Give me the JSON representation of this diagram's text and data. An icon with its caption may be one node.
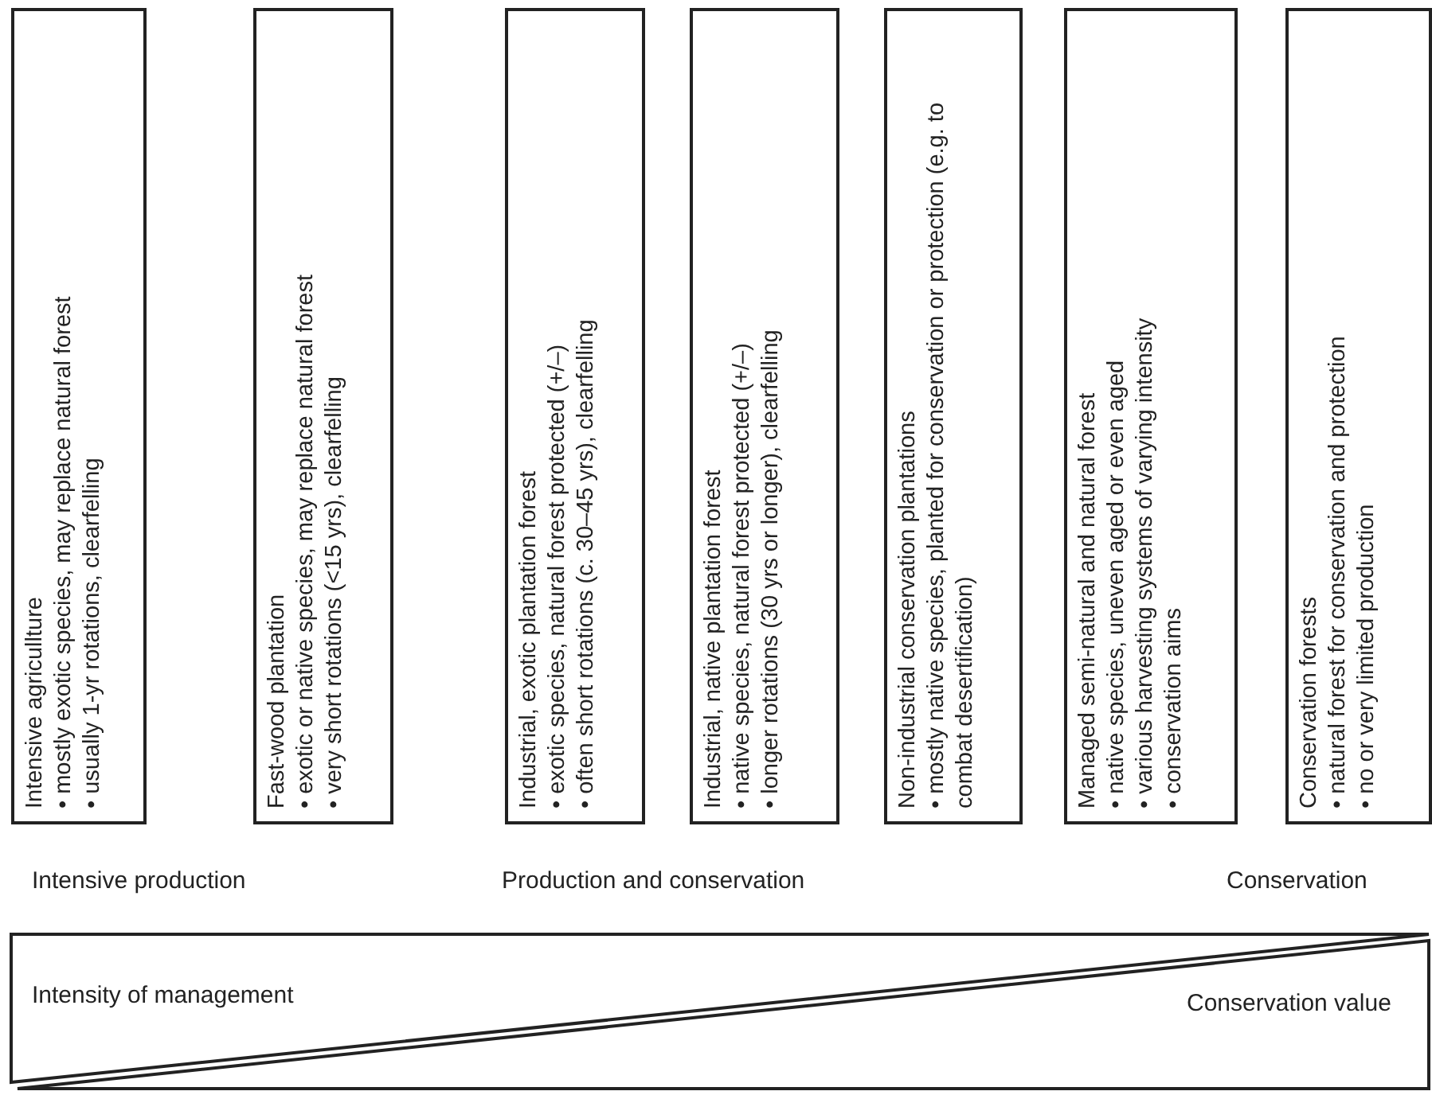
{
  "diagram": {
    "nodes": [
      {
        "text": [
          "Intensive agricullture",
          "• mostly exotic species, may replace natural forest",
          "• usually 1-yr rotations, clearfelling"
        ]
      },
      {
        "text": [
          "Fast-wood plantation",
          "• exotic or native species, may replace natural forest",
          "• very short rotations (<15 yrs), clearfelling"
        ]
      },
      {
        "text": [
          "Industrial, exotic plantation forest",
          "• exotic species, natural forest protected (+/–)",
          "• often short rotations (c. 30–45 yrs), clearfelling"
        ]
      },
      {
        "text": [
          "Industrial, native plantation forest",
          "• native species, natural forest protected (+/–)",
          "• longer rotations (30 yrs or longer), clearfelling"
        ]
      },
      {
        "text": [
          "Non-industrial conservation plantations",
          "• mostly native species, planted for conservation or protection (e.g. to combat desertification)"
        ]
      },
      {
        "text": [
          "Managed semi-natural and natural forest",
          "• native species, uneven aged or even aged",
          "• various harvesting systems of varying intensity",
          "• conservation aims"
        ]
      },
      {
        "text": [
          "Conservation forests",
          "• natural forest for conservation and protection",
          "• no or very limited production"
        ]
      },
      {
        "text": [
          "Intensity of management"
        ]
      },
      {
        "text": [
          "Conservation value"
        ]
      }
    ],
    "edges": [],
    "labels": [
      "Intensive production",
      "Production and conservation",
      "Conservation"
    ]
  }
}
